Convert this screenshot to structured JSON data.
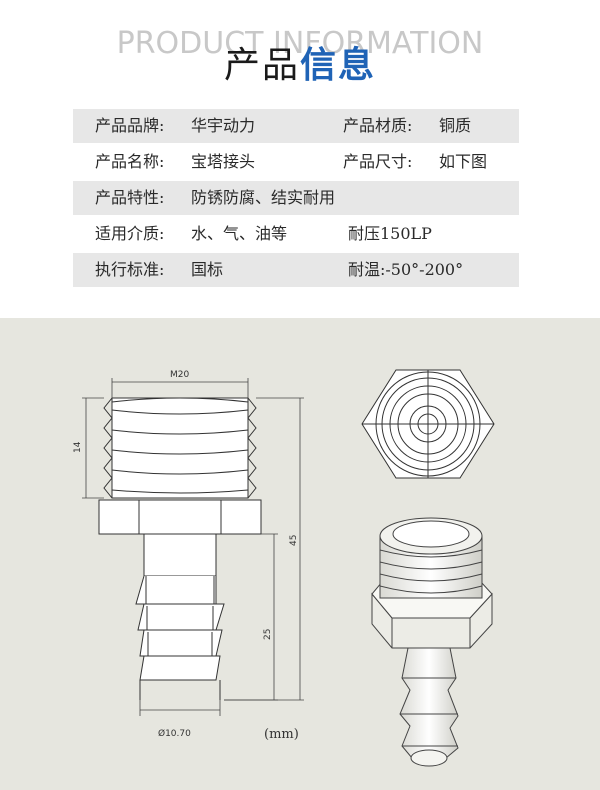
{
  "header": {
    "bg_text": "PRODUCT INFORMATION",
    "title_black": "产品",
    "title_blue": "信息"
  },
  "specs": {
    "rows": [
      {
        "l1": "产品品牌:",
        "v1": "华宇动力",
        "l2": "产品材质:",
        "v2": "铜质"
      },
      {
        "l1": "产品名称:",
        "v1": "宝塔接头",
        "l2": "产品尺寸:",
        "v2": "如下图"
      },
      {
        "l1": "产品特性:",
        "v1": "防锈防腐、结实耐用"
      },
      {
        "l1": "适用介质:",
        "v1": "水、气、油等",
        "extra": "耐压150LP"
      },
      {
        "l1": "执行标准:",
        "v1": "国标",
        "extra": "耐温:-50°-200°"
      }
    ]
  },
  "drawing": {
    "thread_label": "M20",
    "thread_len": "14",
    "total_len": "45",
    "barb_len": "25",
    "barb_dia": "Ø10.70",
    "unit": "(mm)"
  }
}
